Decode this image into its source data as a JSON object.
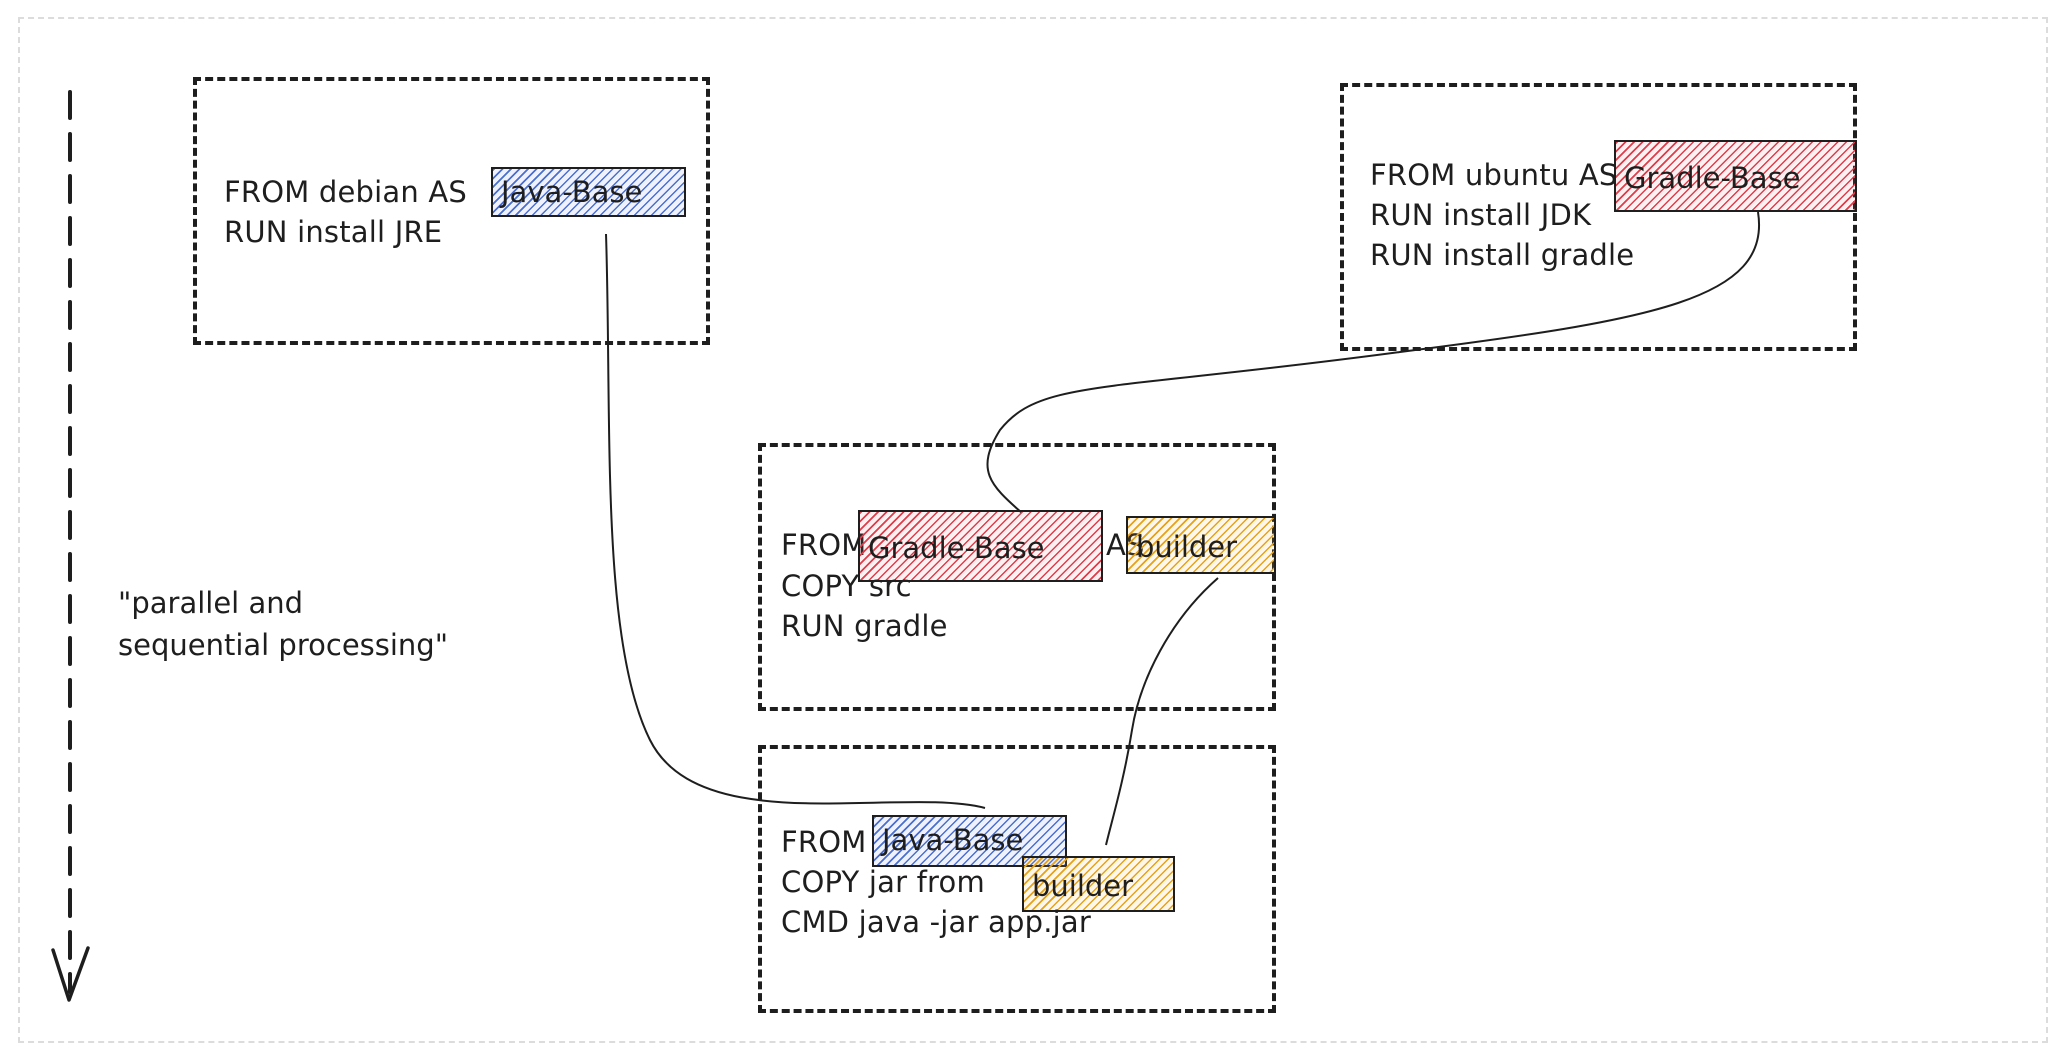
{
  "colors": {
    "stroke": "#1e1e1e",
    "java_base_tag": "#4a6fd0",
    "gradle_base_tag": "#e03c4a",
    "builder_tag": "#e8a21a",
    "frame": "#dcdcdc"
  },
  "icons": {
    "timeline_arrow": "arrow-down-icon"
  },
  "note": {
    "text": "\"parallel and\nsequential processing\""
  },
  "stages": {
    "java_base": {
      "line1_prefix": "FROM debian AS",
      "tag": "Java-Base",
      "line2": "RUN install JRE"
    },
    "gradle_base": {
      "line1_prefix": "FROM ubuntu AS",
      "tag": "Gradle-Base",
      "line2": "RUN install JDK",
      "line3": "RUN install gradle"
    },
    "builder": {
      "line1_from": "FROM",
      "from_tag": "Gradle-Base",
      "line1_as": "AS",
      "as_tag": "builder",
      "line2": "COPY src",
      "line3": "RUN gradle"
    },
    "final": {
      "line1_from": "FROM",
      "from_tag": "Java-Base",
      "line2_prefix": "COPY jar from",
      "line2_tag": "builder",
      "line3": "CMD java -jar app.jar"
    }
  }
}
